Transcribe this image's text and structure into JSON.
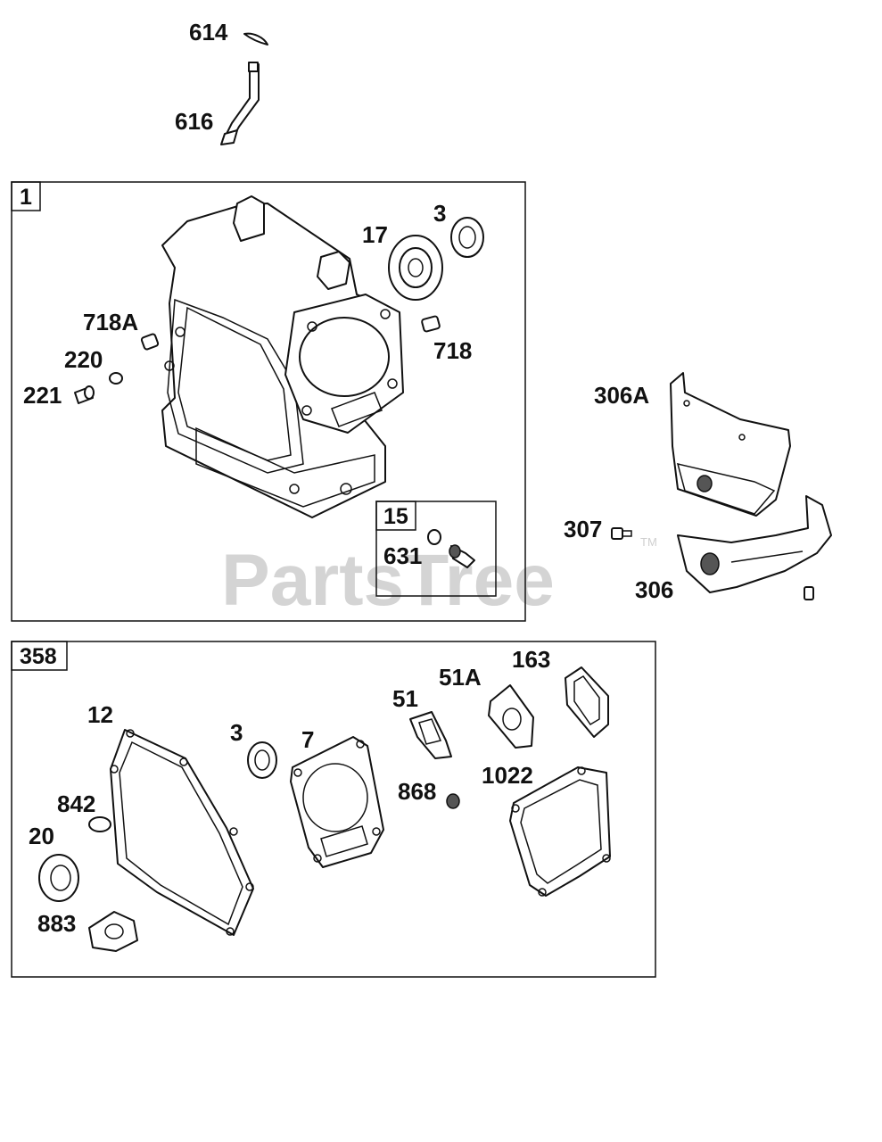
{
  "watermark": {
    "text": "PartsTree",
    "tm": "TM"
  },
  "boxes": {
    "crankcase_assembly": {
      "label": "1"
    },
    "drain_plug_kit": {
      "label": "15"
    },
    "gasket_set": {
      "label": "358"
    }
  },
  "callouts": {
    "p614": "614",
    "p616": "616",
    "p17": "17",
    "p3_top": "3",
    "p718a": "718A",
    "p718": "718",
    "p220": "220",
    "p221": "221",
    "p631": "631",
    "p306a": "306A",
    "p307": "307",
    "p306": "306",
    "p12": "12",
    "p3_bottom": "3",
    "p7": "7",
    "p51": "51",
    "p51a": "51A",
    "p163": "163",
    "p842": "842",
    "p20": "20",
    "p868": "868",
    "p1022": "1022",
    "p883": "883"
  }
}
